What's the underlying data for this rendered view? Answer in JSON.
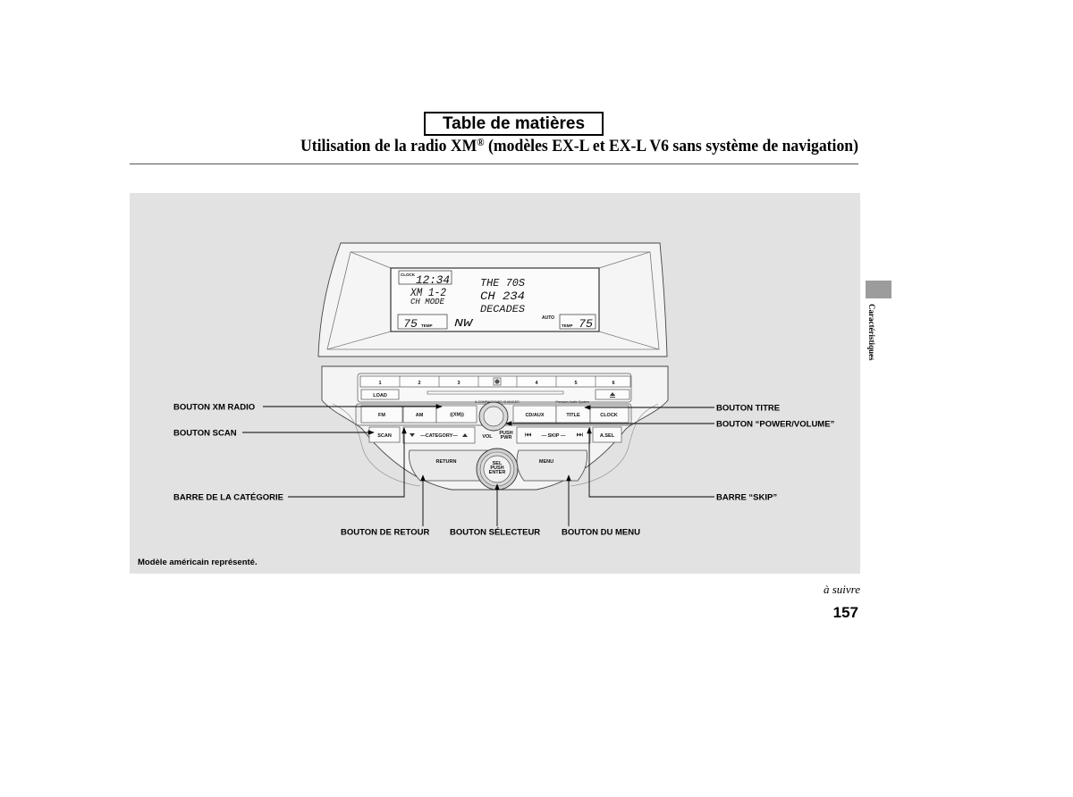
{
  "colors": {
    "figure_background": "#e2e2e2",
    "side_tab": "#9c9c9c"
  },
  "nav": {
    "toc_link": "Table de matières"
  },
  "header": {
    "title_prefix": "Utilisation de la radio XM",
    "title_mark": "®",
    "title_suffix": " (modèles EX-L et EX-L V6 sans système de navigation)"
  },
  "side_tab": {
    "label": "Caractéristiques"
  },
  "figure": {
    "display": {
      "clock_label": "CLOCK",
      "time": "12:34",
      "band": "XM 1-2",
      "mode": "CH MODE",
      "channel_name": "THE 70S",
      "channel": "CH 234",
      "category": "DECADES",
      "climate_mode": "AUTO",
      "temp_left": "75",
      "temp_left_label": "TEMP",
      "compass": "NW",
      "temp_right_label": "TEMP",
      "temp_right": "75"
    },
    "presets": [
      "1",
      "2",
      "3",
      "4",
      "5",
      "6"
    ],
    "head_unit": {
      "load": "LOAD",
      "changer": "6-COMPACT DISC CHANGER",
      "premium": "Premium Audio System",
      "fm": "FM",
      "am": "AM",
      "xm": "((XM))",
      "cd_aux": "CD/AUX",
      "title": "TITLE",
      "clock": "CLOCK",
      "scan": "SCAN",
      "category": "—CATEGORY—",
      "vol": "VOL",
      "push": "PUSH",
      "pwr": "PWR",
      "skip": "— SKIP —",
      "asel": "A.SEL",
      "return": "RETURN",
      "menu": "MENU",
      "sel": "SEL",
      "sel_push": "PUSH",
      "enter": "ENTER"
    },
    "icons": [
      "disc-icon",
      "eject-icon",
      "category-down-icon",
      "category-up-icon",
      "skip-back-icon",
      "skip-forward-icon"
    ],
    "callouts": {
      "xm_radio": "BOUTON XM RADIO",
      "scan": "BOUTON SCAN",
      "category_bar": "BARRE DE LA CATÉGORIE",
      "return": "BOUTON DE RETOUR",
      "selector": "BOUTON SÉLECTEUR",
      "menu": "BOUTON DU MENU",
      "title": "BOUTON TITRE",
      "power_volume": "BOUTON “POWER/VOLUME”",
      "skip_bar": "BARRE “SKIP”"
    },
    "caption": "Modèle américain représenté."
  },
  "footer": {
    "continued": "à suivre",
    "page_number": "157"
  }
}
